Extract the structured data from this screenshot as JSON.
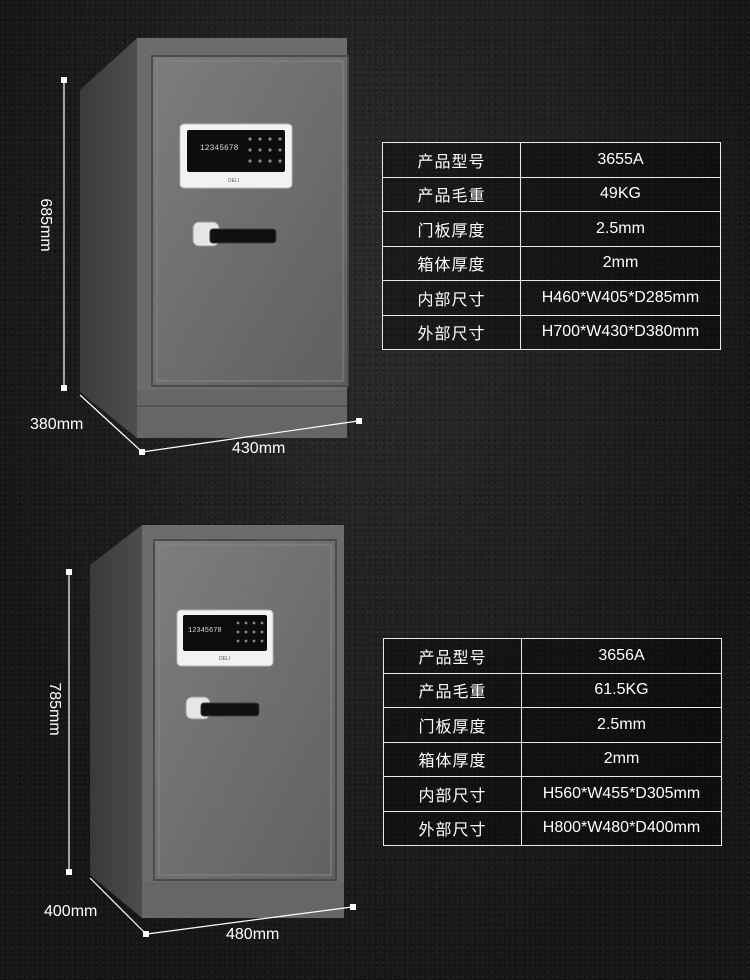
{
  "products": [
    {
      "dimensions": {
        "height": "685mm",
        "depth": "380mm",
        "width": "430mm"
      },
      "keypad_digits": "12345678",
      "brand_mark": "DELI",
      "specs": [
        {
          "label": "产品型号",
          "value": "3655A"
        },
        {
          "label": "产品毛重",
          "value": "49KG"
        },
        {
          "label": "门板厚度",
          "value": "2.5mm"
        },
        {
          "label": "箱体厚度",
          "value": "2mm"
        },
        {
          "label": "内部尺寸",
          "value": "H460*W405*D285mm"
        },
        {
          "label": "外部尺寸",
          "value": "H700*W430*D380mm"
        }
      ]
    },
    {
      "dimensions": {
        "height": "785mm",
        "depth": "400mm",
        "width": "480mm"
      },
      "keypad_digits": "12345678",
      "brand_mark": "DELI",
      "specs": [
        {
          "label": "产品型号",
          "value": "3656A"
        },
        {
          "label": "产品毛重",
          "value": "61.5KG"
        },
        {
          "label": "门板厚度",
          "value": "2.5mm"
        },
        {
          "label": "箱体厚度",
          "value": "2mm"
        },
        {
          "label": "内部尺寸",
          "value": "H560*W455*D305mm"
        },
        {
          "label": "外部尺寸",
          "value": "H800*W480*D400mm"
        }
      ]
    }
  ],
  "colors": {
    "background": "#1b1b1b",
    "safe_body": "#6d6f70",
    "table_border": "#e9e9e9",
    "keypad_bezel": "#f2f2f2",
    "keypad_screen": "#0d0d0f"
  }
}
